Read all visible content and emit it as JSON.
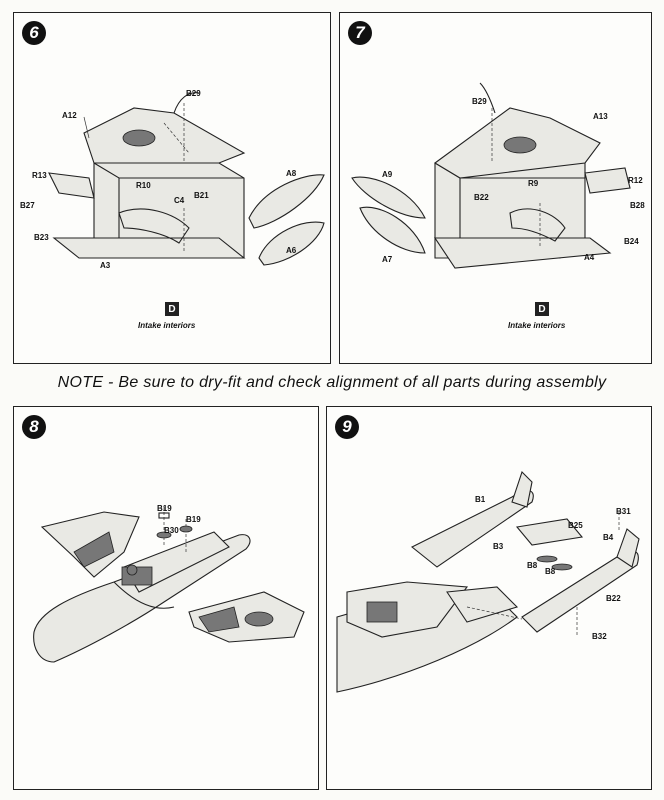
{
  "note": "NOTE - Be sure to dry-fit and check alignment of all parts during assembly",
  "steps": [
    {
      "number": "6",
      "parts": [
        "A12",
        "B29",
        "R13",
        "R10",
        "C4",
        "B21",
        "A8",
        "B27",
        "B23",
        "A3",
        "A6"
      ],
      "decal_marker": "D",
      "decal_caption": "Intake interiors"
    },
    {
      "number": "7",
      "parts": [
        "B29",
        "A13",
        "A9",
        "R9",
        "R12",
        "B22",
        "B28",
        "A7",
        "B24",
        "A4"
      ],
      "decal_marker": "D",
      "decal_caption": "Intake interiors"
    },
    {
      "number": "8",
      "parts": [
        "B19",
        "B30",
        "B19"
      ]
    },
    {
      "number": "9",
      "parts": [
        "B1",
        "B31",
        "B25",
        "B3",
        "B4",
        "B8",
        "B8",
        "B22",
        "B32"
      ]
    }
  ]
}
